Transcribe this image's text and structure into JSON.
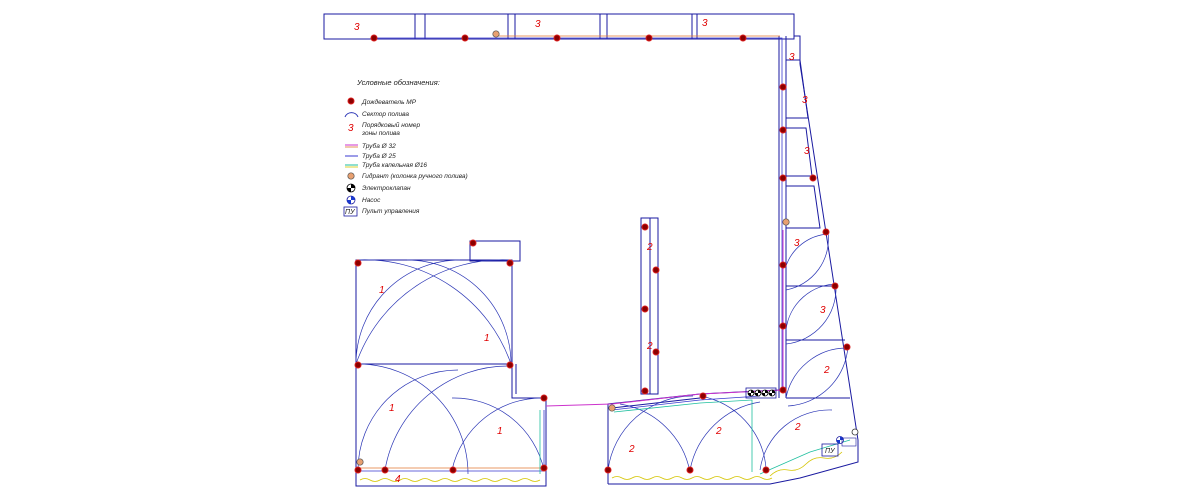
{
  "legend": {
    "title": "Условные обозначения:",
    "items": [
      {
        "symbol": "sprinkler",
        "label": "Дождеватель МР"
      },
      {
        "symbol": "sector",
        "label": "Сектор полива"
      },
      {
        "symbol": "zone-number",
        "symbol_text": "3",
        "label": "Порядковый номер",
        "label2": "зоны полива"
      },
      {
        "symbol": "pipe-32",
        "label": "Труба Ø 32"
      },
      {
        "symbol": "pipe-25",
        "label": "Труба Ø 25"
      },
      {
        "symbol": "drip-16",
        "label": "Труба капельная Ø16"
      },
      {
        "symbol": "hydrant",
        "label": "Гидрант (колонка ручного полива)"
      },
      {
        "symbol": "valve",
        "label": "Электроклапан"
      },
      {
        "symbol": "pump",
        "label": "Насос"
      },
      {
        "symbol": "controller",
        "symbol_text": "ПУ",
        "label": "Пульт управления"
      }
    ]
  },
  "zone_labels": [
    "3",
    "3",
    "3",
    "3",
    "3",
    "3",
    "3",
    "3",
    "2",
    "2",
    "2",
    "2",
    "2",
    "2",
    "1",
    "1",
    "1",
    "1",
    "4"
  ],
  "controller_label": "ПУ",
  "colors": {
    "walls": "#1a1aa0",
    "sector_arcs": "#2a35b5",
    "sprinkler_fill": "#8b0000",
    "sprinkler_outline": "#d81b1b",
    "zone_number": "#e00000",
    "pipe_32": "#cc33cc",
    "pipe_25": "#3a3ad0",
    "drip_16": "#1fbf9f",
    "hydrant": "#e8a070",
    "border_hedge": "#d4c400"
  }
}
